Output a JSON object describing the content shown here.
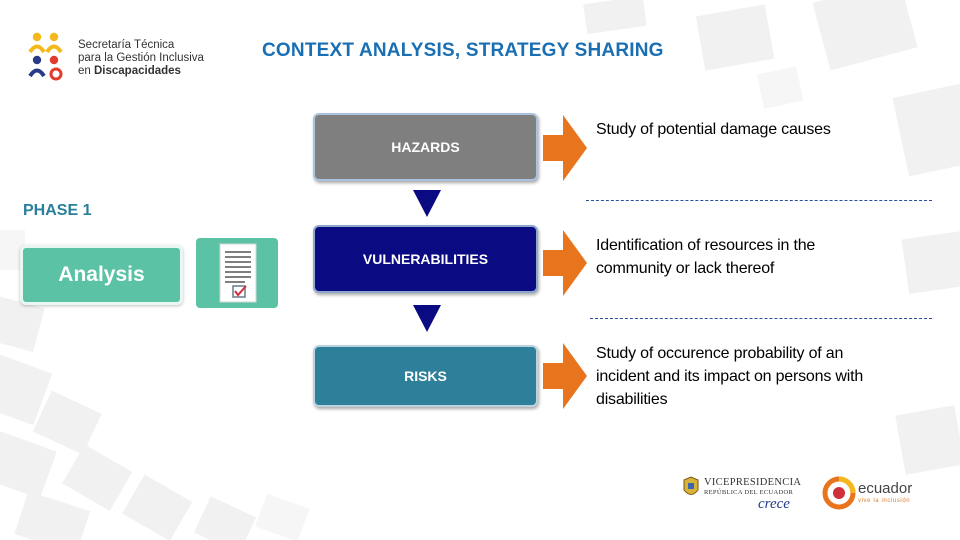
{
  "header": {
    "logo_line1": "Secretaría Técnica",
    "logo_line2": "para la Gestión Inclusiva",
    "logo_line3_prefix": "en ",
    "logo_line3_bold": "Discapacidades",
    "title": "CONTEXT ANALYSIS, STRATEGY SHARING"
  },
  "phase": {
    "label": "PHASE 1",
    "button_label": "Analysis",
    "document_icon": "checklist-document-icon"
  },
  "steps": [
    {
      "label": "HAZARDS",
      "color": "#7f7f7f",
      "description": [
        "Study of potential damage causes"
      ]
    },
    {
      "label": "VULNERABILITIES",
      "color": "#0a0a82",
      "description": [
        "Identification of resources in the",
        "community or lack thereof"
      ]
    },
    {
      "label": "RISKS",
      "color": "#2e7f9a",
      "description": [
        "Study of occurence probability of an",
        "incident and its impact on persons with",
        "disabilities"
      ]
    }
  ],
  "colors": {
    "title": "#1a6fb3",
    "phase": "#2a7f9a",
    "analysis_green": "#5bc2a6",
    "down_arrow": "#0a0a82",
    "right_arrow": "#e8741e",
    "separator": "#2b4fa0"
  },
  "footer": {
    "vp_line1": "VICEPRESIDENCIA",
    "vp_line2": "REPÚBLICA DEL ECUADOR",
    "vp_slogan": "crece",
    "ecuador_name": "ecuador",
    "ecuador_tagline": "vive la inclusión"
  }
}
